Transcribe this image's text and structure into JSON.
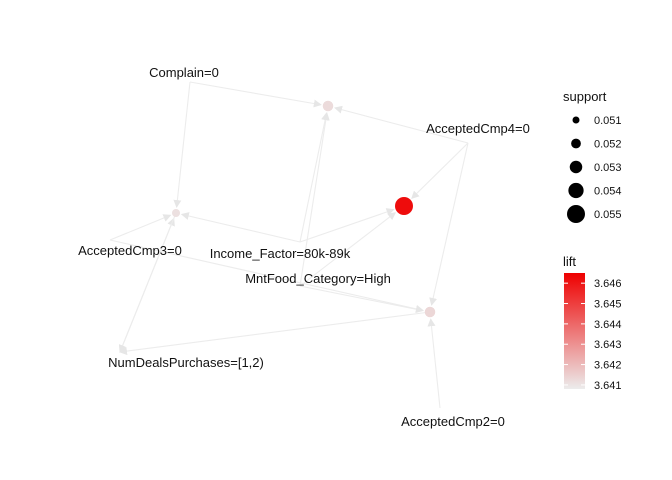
{
  "graph": {
    "items": [
      {
        "id": "complain",
        "label": "Complain=0"
      },
      {
        "id": "acc4",
        "label": "AcceptedCmp4=0"
      },
      {
        "id": "acc3",
        "label": "AcceptedCmp3=0"
      },
      {
        "id": "income",
        "label": "Income_Factor=80k-89k"
      },
      {
        "id": "mntfood",
        "label": "MntFood_Category=High"
      },
      {
        "id": "numdeals",
        "label": "NumDealsPurchases=[1,2)"
      },
      {
        "id": "acc2",
        "label": "AcceptedCmp2=0"
      },
      {
        "id": "rule_a",
        "label": "",
        "support": 0.052,
        "lift": 3.6412,
        "highlight": false
      },
      {
        "id": "rule_b",
        "label": "",
        "support": 0.055,
        "lift": 3.6462,
        "highlight": true
      },
      {
        "id": "rule_c",
        "label": "",
        "support": 0.051,
        "lift": 3.6411,
        "highlight": false
      },
      {
        "id": "rule_d",
        "label": "",
        "support": 0.052,
        "lift": 3.6413,
        "highlight": false
      }
    ],
    "edges": [
      {
        "from": "complain",
        "to": "rule_a"
      },
      {
        "from": "acc4",
        "to": "rule_a"
      },
      {
        "from": "income",
        "to": "rule_a"
      },
      {
        "from": "mntfood",
        "to": "rule_a"
      },
      {
        "from": "acc4",
        "to": "rule_b"
      },
      {
        "from": "income",
        "to": "rule_b"
      },
      {
        "from": "mntfood",
        "to": "rule_b"
      },
      {
        "from": "complain",
        "to": "rule_c"
      },
      {
        "from": "acc3",
        "to": "rule_c"
      },
      {
        "from": "income",
        "to": "rule_c"
      },
      {
        "from": "numdeals",
        "to": "rule_c"
      },
      {
        "from": "mntfood",
        "to": "rule_d"
      },
      {
        "from": "acc2",
        "to": "rule_d"
      },
      {
        "from": "acc4",
        "to": "rule_d"
      },
      {
        "from": "acc3",
        "to": "rule_d"
      },
      {
        "from": "rule_c",
        "to": "numdeals"
      },
      {
        "from": "rule_d",
        "to": "numdeals"
      }
    ]
  },
  "legend": {
    "support": {
      "title": "support",
      "entries": [
        {
          "label": "0.051",
          "value": 0.051
        },
        {
          "label": "0.052",
          "value": 0.052
        },
        {
          "label": "0.053",
          "value": 0.053
        },
        {
          "label": "0.054",
          "value": 0.054
        },
        {
          "label": "0.055",
          "value": 0.055
        }
      ]
    },
    "lift": {
      "title": "lift",
      "ticks": [
        "3.646",
        "3.645",
        "3.644",
        "3.643",
        "3.642",
        "3.641"
      ],
      "tick_values": [
        3.646,
        3.645,
        3.644,
        3.643,
        3.642,
        3.641
      ],
      "range": [
        3.6408,
        3.6465
      ],
      "color_low": "#ececec",
      "color_high": "#ee0000"
    }
  },
  "colors": {
    "edge": "#ececec",
    "node_default": "#e8e8e8",
    "node_highlight": "#ee0000",
    "legend_dot": "#000000"
  }
}
